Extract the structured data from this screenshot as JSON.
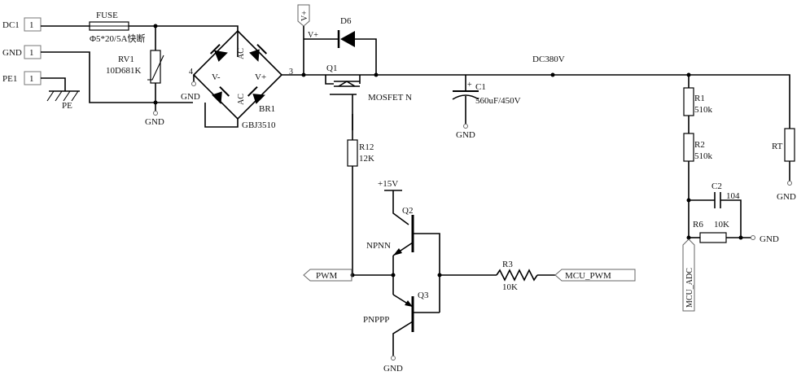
{
  "connectors": {
    "dc1": {
      "name": "DC1",
      "pin": "1"
    },
    "gnd": {
      "name": "GND",
      "pin": "1"
    },
    "pe1": {
      "name": "PE1",
      "pin": "1"
    }
  },
  "fuse": {
    "name": "FUSE",
    "value": "Φ5*20/5A快断"
  },
  "varistor": {
    "name": "RV1",
    "value": "10D681K"
  },
  "bridge": {
    "name": "BR1",
    "part": "GBJ3510",
    "ac1": "AC",
    "ac2": "AC",
    "vneg": "V-",
    "vpos": "V+",
    "pin3": "3",
    "pin4": "4"
  },
  "pe_label": "PE",
  "vplus": {
    "port": "V+",
    "wire": "V+"
  },
  "diode": {
    "name": "D6"
  },
  "mosfet": {
    "name": "Q1",
    "type": "MOSFET N"
  },
  "bus": {
    "net": "DC380V"
  },
  "cap1": {
    "name": "C1",
    "value": "560uF/450V",
    "plus": "+"
  },
  "r1": {
    "name": "R1",
    "value": "510k"
  },
  "r2": {
    "name": "R2",
    "value": "510k"
  },
  "rt": {
    "name": "RT"
  },
  "c2": {
    "name": "C2",
    "value": "104"
  },
  "r6": {
    "name": "R6",
    "value": "10K"
  },
  "r12": {
    "name": "R12",
    "value": "12K"
  },
  "r3": {
    "name": "R3",
    "value": "10K"
  },
  "q2": {
    "name": "Q2",
    "type": "NPNN"
  },
  "q3": {
    "name": "Q3",
    "type": "PNPPP"
  },
  "supply": "+15V",
  "nets": {
    "pwm": "PWM",
    "mcu_pwm": "MCU_PWM",
    "mcu_adc": "MCU_ADC"
  },
  "gnd": {
    "rv1": "GND",
    "bridge": "GND",
    "cap1": "GND",
    "rt": "GND",
    "r6": "GND",
    "q3": "GND"
  }
}
